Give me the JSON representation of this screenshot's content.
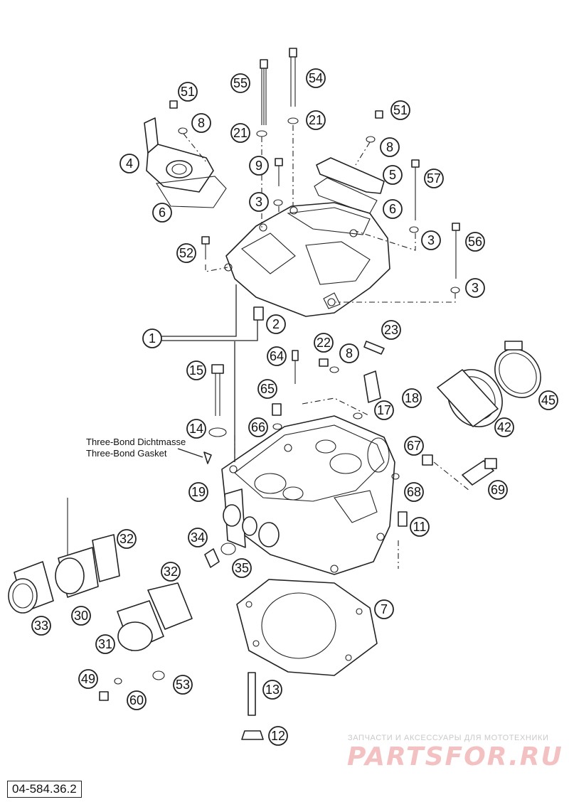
{
  "diagram": {
    "reference": "04-584.36.2",
    "note_de": "Three-Bond Dichtmasse",
    "note_en": "Three-Bond Gasket",
    "watermark_top": "ЗАПЧАСТИ И АКСЕССУАРЫ ДЛЯ МОТОТЕХНИКИ",
    "watermark_logo": "PARTSFOR.RU",
    "callouts": [
      "1",
      "2",
      "3",
      "3",
      "3",
      "4",
      "5",
      "6",
      "6",
      "7",
      "8",
      "8",
      "8",
      "9",
      "11",
      "12",
      "13",
      "14",
      "15",
      "17",
      "18",
      "19",
      "21",
      "21",
      "22",
      "23",
      "30",
      "31",
      "32",
      "32",
      "33",
      "34",
      "35",
      "42",
      "45",
      "49",
      "51",
      "51",
      "52",
      "53",
      "54",
      "55",
      "56",
      "57",
      "60",
      "64",
      "65",
      "66",
      "67",
      "68",
      "69"
    ]
  }
}
